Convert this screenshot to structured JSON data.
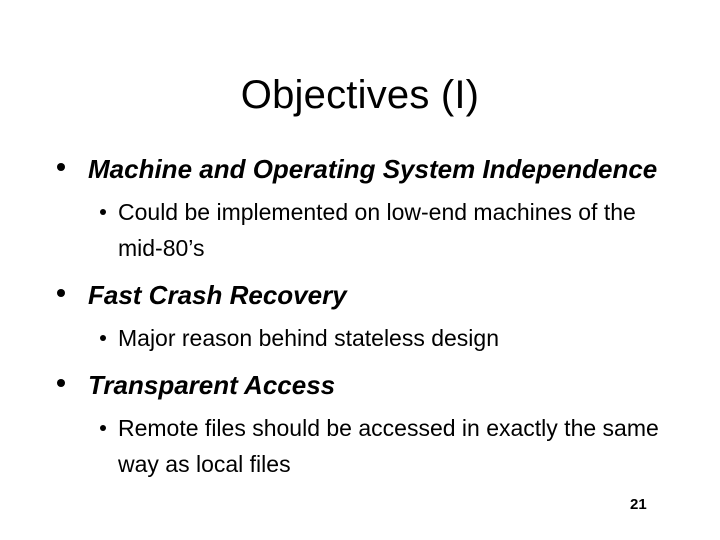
{
  "slide": {
    "title": "Objectives (I)",
    "page_number": "21",
    "background_color": "#ffffff",
    "text_color": "#000000",
    "bullets": [
      {
        "level": 1,
        "text": "Machine and Operating System Independence",
        "style": "bold-italic"
      },
      {
        "level": 2,
        "text": "Could be implemented on low-end machines of the mid-80’s",
        "style": "regular"
      },
      {
        "level": 1,
        "text": "Fast Crash Recovery",
        "style": "bold-italic"
      },
      {
        "level": 2,
        "text": "Major reason behind stateless design",
        "style": "regular"
      },
      {
        "level": 1,
        "text": "Transparent Access",
        "style": "bold-italic"
      },
      {
        "level": 2,
        "text": "Remote files should be accessed in exactly the same way as local files",
        "style": "regular"
      }
    ]
  }
}
